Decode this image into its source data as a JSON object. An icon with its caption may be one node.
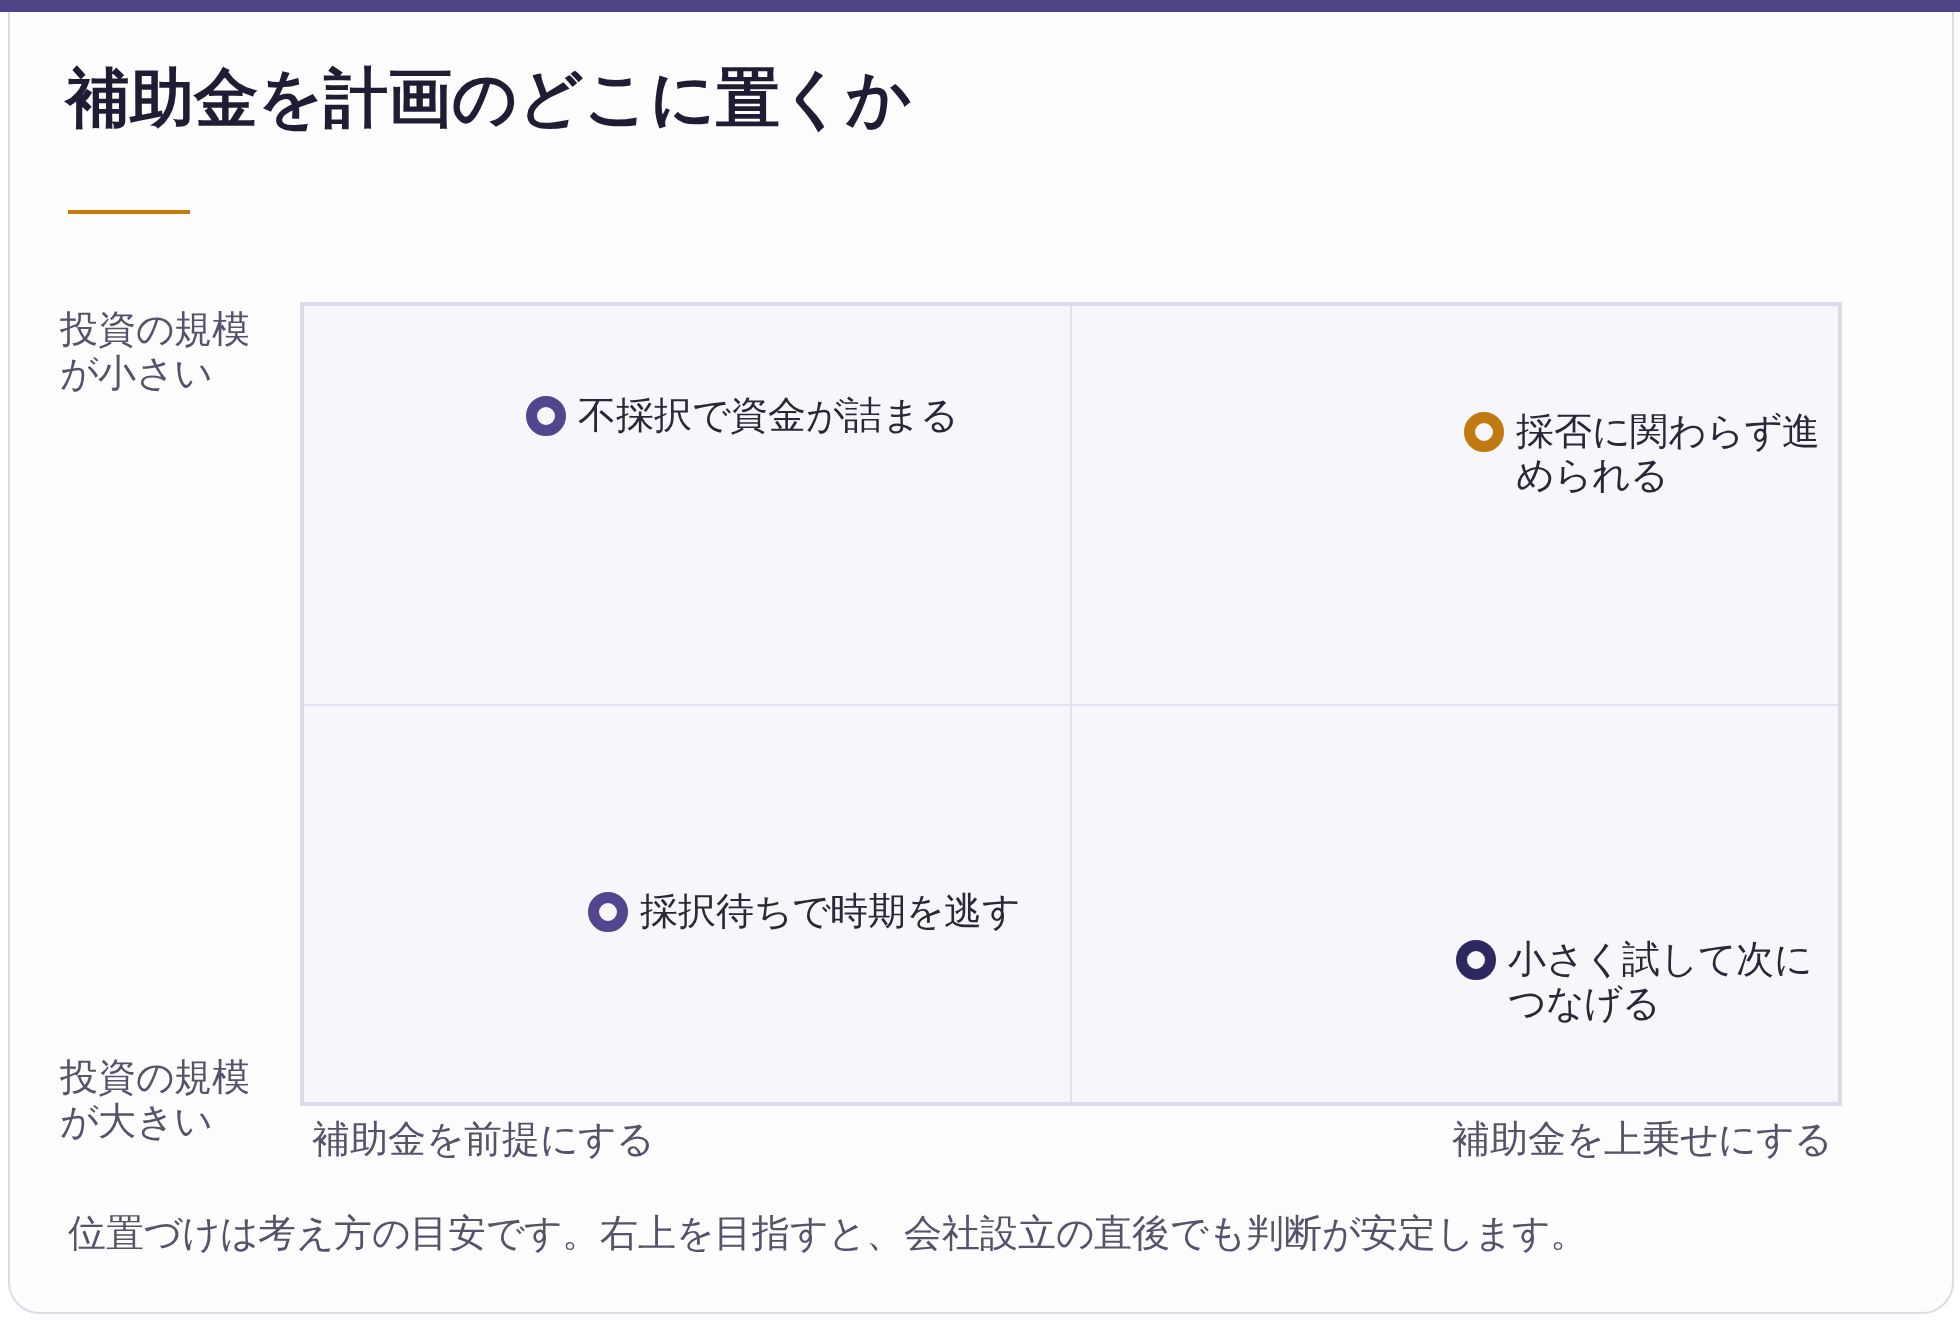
{
  "diagram": {
    "title": "補助金を計画のどこに置くか",
    "caption": "位置づけは考え方の目安です。右上を目指すと、会社設立の直後でも判断が安定します。",
    "labels": [
      "投資の規模が小さい",
      "不採択で資金が詰まる",
      "採否に関わらず進められる",
      "採択待ちで時期を逃す",
      "小さく試して次につなげる",
      "投資の規模が大きい",
      "補助金を前提にする",
      "補助金を上乗せにする"
    ]
  }
}
